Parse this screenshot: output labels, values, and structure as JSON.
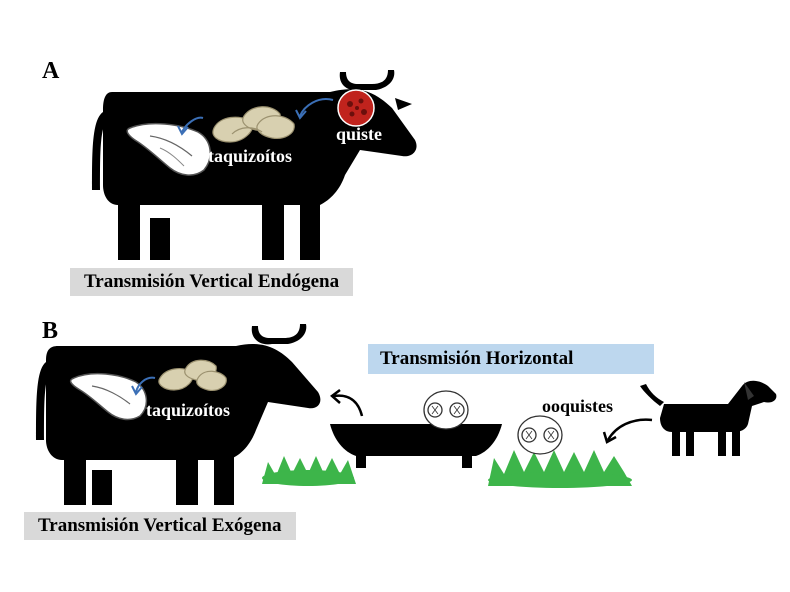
{
  "panel_a": {
    "letter": "A",
    "labels": {
      "tachyzoites": "taquizoítos",
      "cyst": "quiste"
    },
    "caption": "Transmisión Vertical Endógena"
  },
  "panel_b": {
    "letter": "B",
    "labels": {
      "tachyzoites": "taquizoítos",
      "oocysts": "ooquistes"
    },
    "horizontal_caption": "Transmisión Horizontal",
    "caption": "Transmisión Vertical Exógena"
  },
  "colors": {
    "silhouette": "#000000",
    "cyst": "#c0231d",
    "tachyzoite": "#d8d0b0",
    "arrow_blue": "#3b6fb6",
    "grass": "#3db54a",
    "label_gray": "#d9d9d9",
    "label_blue": "#bdd7ee"
  },
  "icons": [
    "cow-silhouette",
    "dog-silhouette",
    "cyst-icon",
    "tachyzoite-icon",
    "fetus-icon",
    "oocyst-icon",
    "feeding-trough-icon",
    "grass-icon"
  ]
}
